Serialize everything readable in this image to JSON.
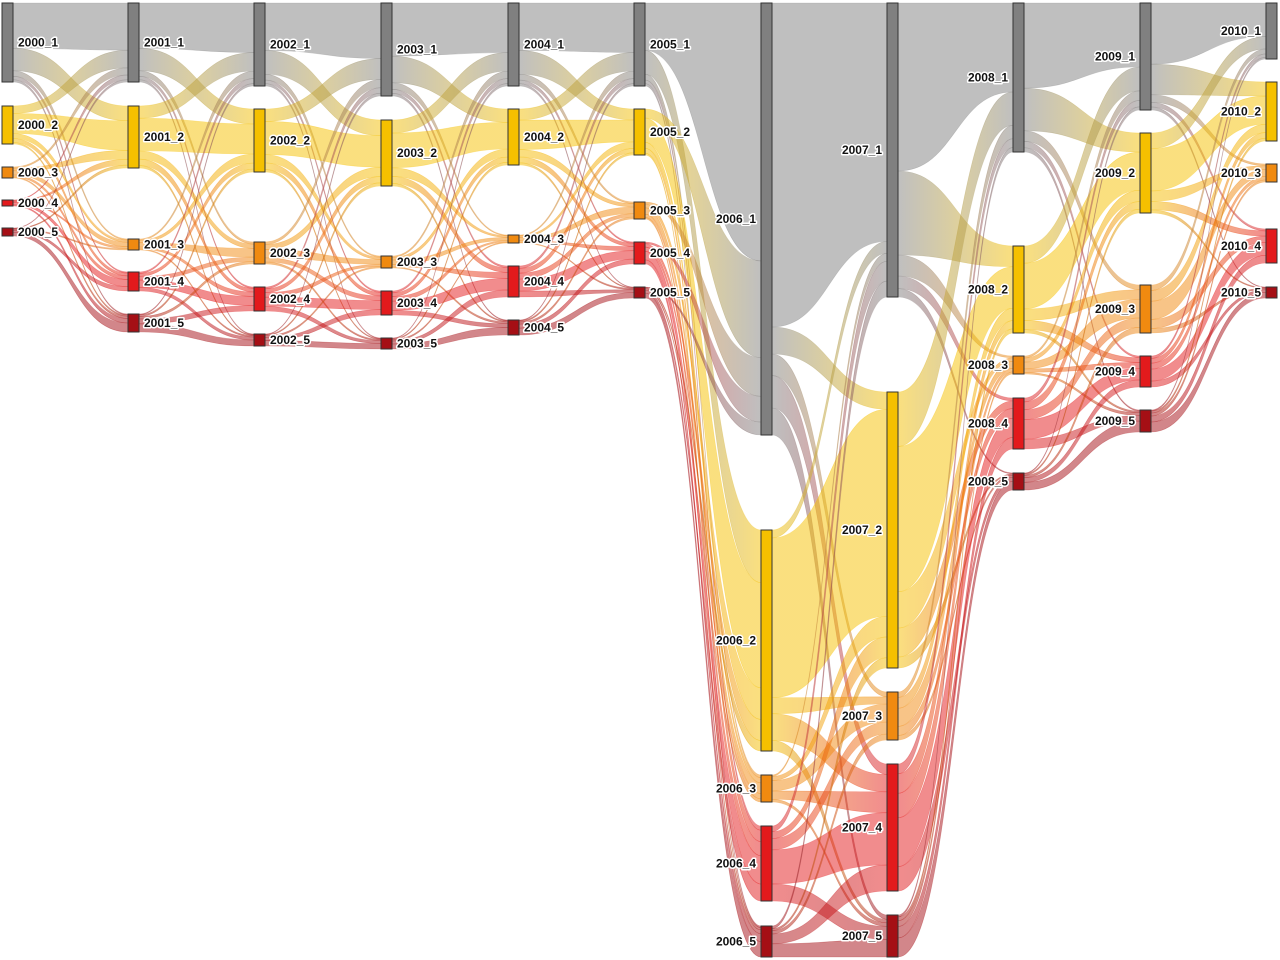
{
  "diagram": {
    "type": "sankey",
    "category_colors": {
      "1": "#808080",
      "2": "#f5c000",
      "3": "#f08a10",
      "4": "#e31a1c",
      "5": "#a50f15"
    },
    "years": [
      "2000",
      "2001",
      "2002",
      "2003",
      "2004",
      "2005",
      "2006",
      "2007",
      "2008",
      "2009",
      "2010"
    ],
    "nodes": [
      {
        "id": "2000_1",
        "label": "2000_1"
      },
      {
        "id": "2000_2",
        "label": "2000_2"
      },
      {
        "id": "2000_3",
        "label": "2000_3"
      },
      {
        "id": "2000_4",
        "label": "2000_4"
      },
      {
        "id": "2000_5",
        "label": "2000_5"
      },
      {
        "id": "2001_1",
        "label": "2001_1"
      },
      {
        "id": "2001_2",
        "label": "2001_2"
      },
      {
        "id": "2001_3",
        "label": "2001_3"
      },
      {
        "id": "2001_4",
        "label": "2001_4"
      },
      {
        "id": "2001_5",
        "label": "2001_5"
      },
      {
        "id": "2002_1",
        "label": "2002_1"
      },
      {
        "id": "2002_2",
        "label": "2002_2"
      },
      {
        "id": "2002_3",
        "label": "2002_3"
      },
      {
        "id": "2002_4",
        "label": "2002_4"
      },
      {
        "id": "2002_5",
        "label": "2002_5"
      },
      {
        "id": "2003_1",
        "label": "2003_1"
      },
      {
        "id": "2003_2",
        "label": "2003_2"
      },
      {
        "id": "2003_3",
        "label": "2003_3"
      },
      {
        "id": "2003_4",
        "label": "2003_4"
      },
      {
        "id": "2003_5",
        "label": "2003_5"
      },
      {
        "id": "2004_1",
        "label": "2004_1"
      },
      {
        "id": "2004_2",
        "label": "2004_2"
      },
      {
        "id": "2004_3",
        "label": "2004_3"
      },
      {
        "id": "2004_4",
        "label": "2004_4"
      },
      {
        "id": "2004_5",
        "label": "2004_5"
      },
      {
        "id": "2005_1",
        "label": "2005_1"
      },
      {
        "id": "2005_2",
        "label": "2005_2"
      },
      {
        "id": "2005_3",
        "label": "2005_3"
      },
      {
        "id": "2005_4",
        "label": "2005_4"
      },
      {
        "id": "2005_5",
        "label": "2005_5"
      },
      {
        "id": "2006_1",
        "label": "2006_1"
      },
      {
        "id": "2006_2",
        "label": "2006_2"
      },
      {
        "id": "2006_3",
        "label": "2006_3"
      },
      {
        "id": "2006_4",
        "label": "2006_4"
      },
      {
        "id": "2006_5",
        "label": "2006_5"
      },
      {
        "id": "2007_1",
        "label": "2007_1"
      },
      {
        "id": "2007_2",
        "label": "2007_2"
      },
      {
        "id": "2007_3",
        "label": "2007_3"
      },
      {
        "id": "2007_4",
        "label": "2007_4"
      },
      {
        "id": "2007_5",
        "label": "2007_5"
      },
      {
        "id": "2008_1",
        "label": "2008_1"
      },
      {
        "id": "2008_2",
        "label": "2008_2"
      },
      {
        "id": "2008_3",
        "label": "2008_3"
      },
      {
        "id": "2008_4",
        "label": "2008_4"
      },
      {
        "id": "2008_5",
        "label": "2008_5"
      },
      {
        "id": "2009_1",
        "label": "2009_1"
      },
      {
        "id": "2009_2",
        "label": "2009_2"
      },
      {
        "id": "2009_3",
        "label": "2009_3"
      },
      {
        "id": "2009_4",
        "label": "2009_4"
      },
      {
        "id": "2009_5",
        "label": "2009_5"
      },
      {
        "id": "2010_1",
        "label": "2010_1"
      },
      {
        "id": "2010_2",
        "label": "2010_2"
      },
      {
        "id": "2010_3",
        "label": "2010_3"
      },
      {
        "id": "2010_4",
        "label": "2010_4"
      },
      {
        "id": "2010_5",
        "label": "2010_5"
      }
    ]
  }
}
